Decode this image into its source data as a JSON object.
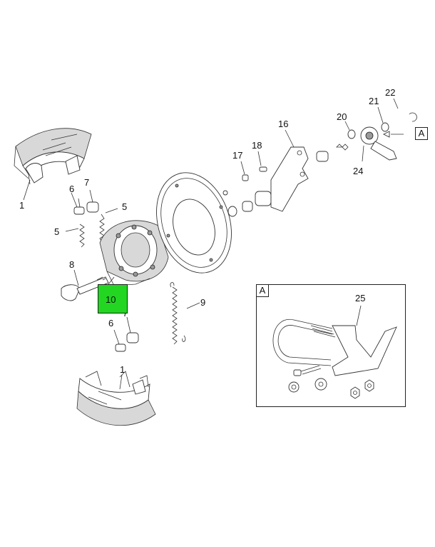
{
  "labels": {
    "p1_top": "1",
    "p1_bottom": "1",
    "p5_right": "5",
    "p5_left": "5",
    "p6_top": "6",
    "p6_bottom": "6",
    "p7_top": "7",
    "p7_bottom": "7",
    "p8": "8",
    "p9": "9",
    "p10": "10",
    "p16": "16",
    "p17": "17",
    "p18": "18",
    "p20": "20",
    "p21": "21",
    "p22": "22",
    "p24": "24",
    "p25": "25"
  },
  "callouts": {
    "view_ref": "A",
    "detail_title": "A"
  },
  "colors": {
    "highlight": "#22d622",
    "line": "#333333"
  }
}
